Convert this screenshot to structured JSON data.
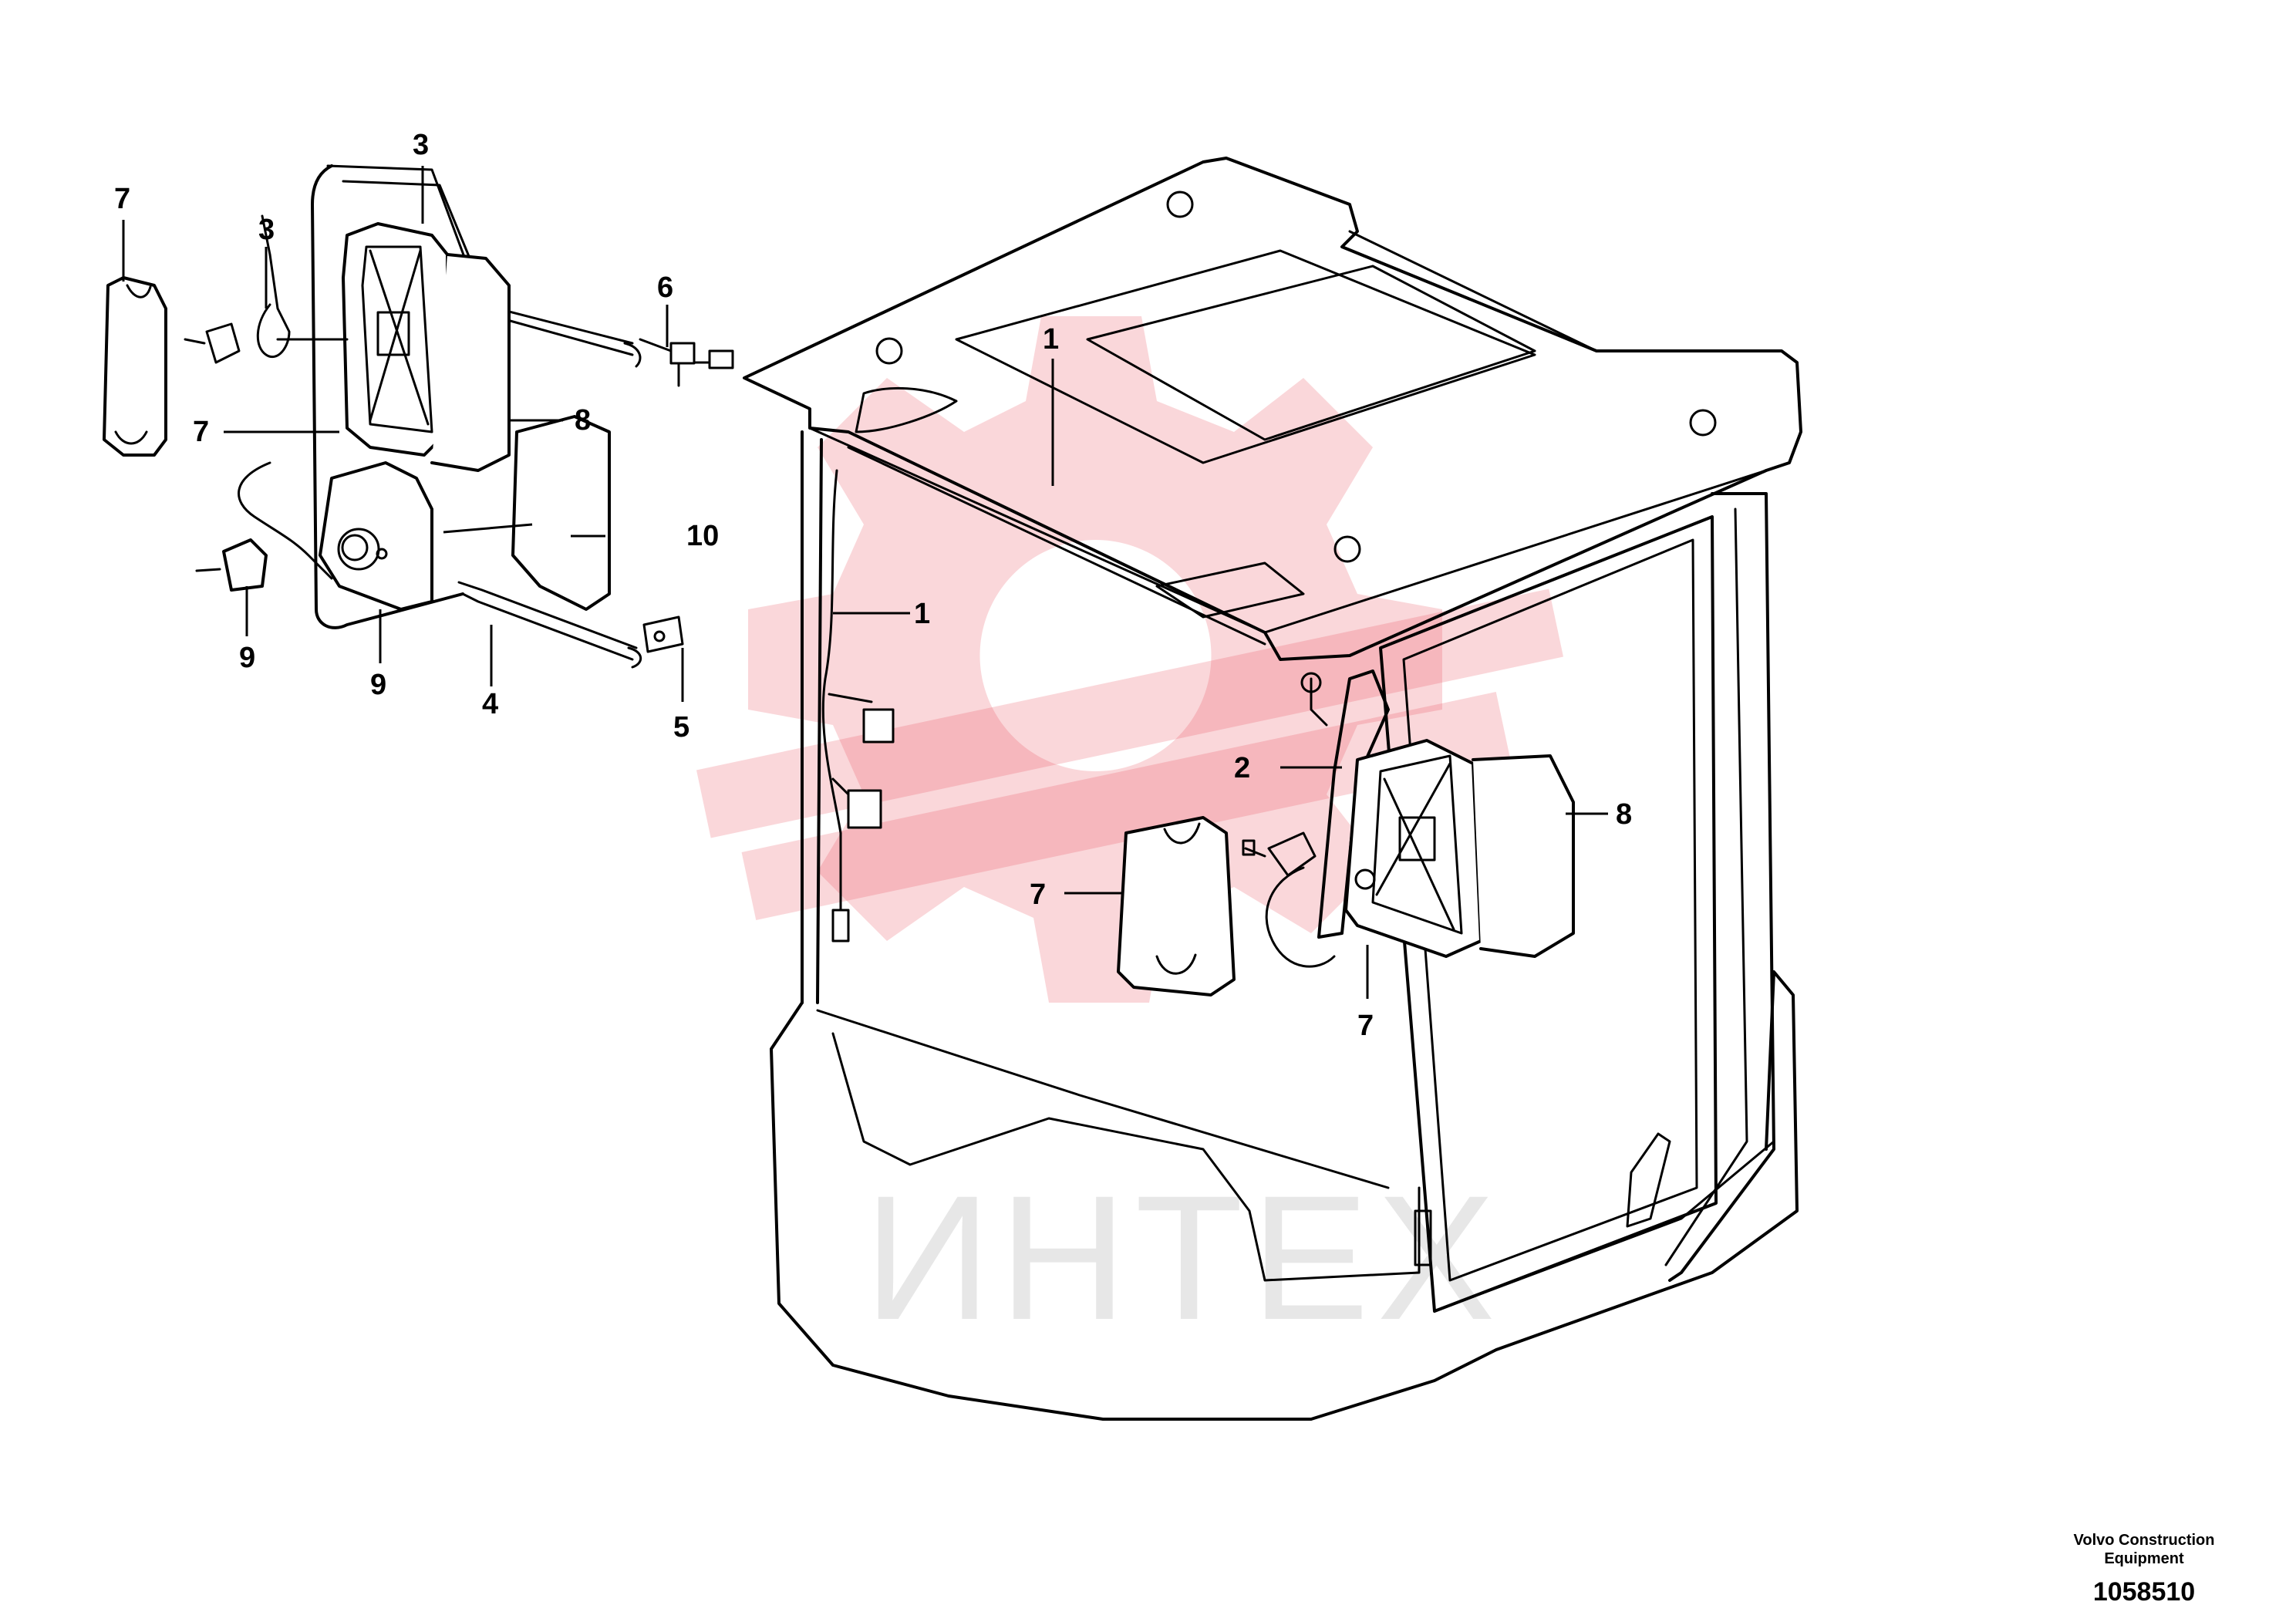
{
  "watermark": {
    "text": "ИНТЕХ",
    "color": "#e84a55"
  },
  "callouts": [
    {
      "id": "c1",
      "label": "7"
    },
    {
      "id": "c2",
      "label": "3"
    },
    {
      "id": "c3",
      "label": "3"
    },
    {
      "id": "c4",
      "label": "6"
    },
    {
      "id": "c5",
      "label": "7"
    },
    {
      "id": "c6",
      "label": "8"
    },
    {
      "id": "c7",
      "label": "10"
    },
    {
      "id": "c8",
      "label": "9"
    },
    {
      "id": "c9",
      "label": "9"
    },
    {
      "id": "c10",
      "label": "4"
    },
    {
      "id": "c11",
      "label": "5"
    },
    {
      "id": "c12",
      "label": "1"
    },
    {
      "id": "c13",
      "label": "1"
    },
    {
      "id": "c14",
      "label": "2"
    },
    {
      "id": "c15",
      "label": "8"
    },
    {
      "id": "c16",
      "label": "7"
    },
    {
      "id": "c17",
      "label": "7"
    }
  ],
  "caption": {
    "line1": "Volvo Construction",
    "line2": "Equipment",
    "number": "1058510"
  }
}
